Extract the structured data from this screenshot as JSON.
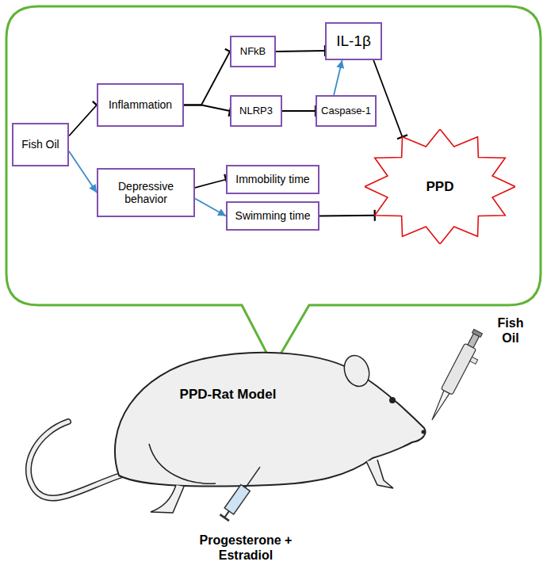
{
  "diagram": {
    "nodes": [
      {
        "text": [
          "Fish Oil"
        ]
      },
      {
        "text": [
          "Inflammation"
        ]
      },
      {
        "text": [
          "NFkB"
        ]
      },
      {
        "text": [
          "IL-1β"
        ]
      },
      {
        "text": [
          "NLRP3"
        ]
      },
      {
        "text": [
          "Caspase-1"
        ]
      },
      {
        "text": [
          "Depressive behavior"
        ]
      },
      {
        "text": [
          "Immobility time"
        ]
      },
      {
        "text": [
          "Swimming time"
        ]
      },
      {
        "text": [
          "PPD"
        ]
      }
    ],
    "edges": [
      {
        "from": 0,
        "to": 1,
        "arrow": "to"
      },
      {
        "from": 0,
        "to": 6,
        "arrow": "to"
      },
      {
        "from": 1,
        "to": 2,
        "arrow": "to"
      },
      {
        "from": 1,
        "to": 4,
        "arrow": "to"
      },
      {
        "from": 2,
        "to": 3,
        "arrow": "to"
      },
      {
        "from": 4,
        "to": 5,
        "arrow": "to"
      },
      {
        "from": 5,
        "to": 3,
        "arrow": "to"
      },
      {
        "from": 3,
        "to": 9,
        "arrow": "to"
      },
      {
        "from": 6,
        "to": 7,
        "arrow": "to"
      },
      {
        "from": 6,
        "to": 8,
        "arrow": "to"
      },
      {
        "from": 8,
        "to": 9,
        "arrow": "to"
      }
    ],
    "labels": [
      "PPD-Rat Model",
      "Fish Oil",
      "Progesterone + Estradiol"
    ]
  }
}
